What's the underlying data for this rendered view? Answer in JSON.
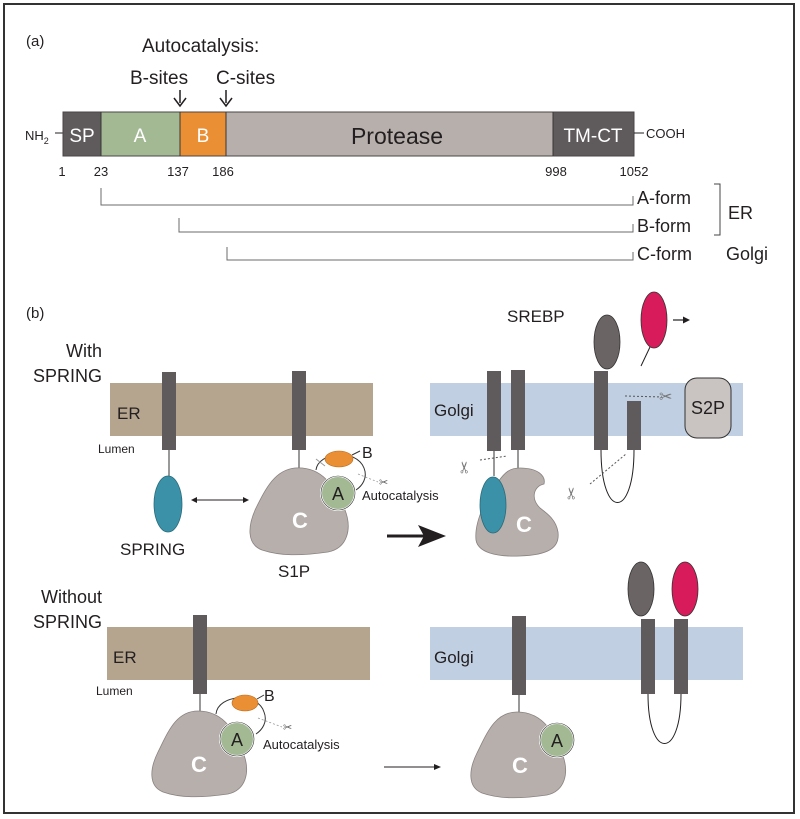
{
  "panel_a": {
    "label": "(a)",
    "autocatalysis_title": "Autocatalysis:",
    "b_sites_label": "B-sites",
    "c_sites_label": "C-sites",
    "n_terminus": "NH",
    "n_terminus_sub": "2",
    "c_terminus": "COOH",
    "domains": [
      {
        "label": "SP",
        "color": "#5f5b5c"
      },
      {
        "label": "A",
        "color": "#a3b994"
      },
      {
        "label": "B",
        "color": "#ea8f33"
      },
      {
        "label": "Protease",
        "color": "#b7afab"
      },
      {
        "label": "TM-CT",
        "color": "#5f5b5c"
      }
    ],
    "positions": [
      "1",
      "23",
      "137",
      "186",
      "998",
      "1052"
    ],
    "forms": [
      {
        "label": "A-form",
        "start": 23
      },
      {
        "label": "B-form",
        "start": 137
      },
      {
        "label": "C-form",
        "start": 186
      }
    ],
    "er_label": "ER",
    "golgi_label": "Golgi"
  },
  "panel_b": {
    "label": "(b)",
    "with_spring_line1": "With",
    "with_spring_line2": "SPRING",
    "without_spring_line1": "Without",
    "without_spring_line2": "SPRING",
    "er_label": "ER",
    "golgi_label": "Golgi",
    "lumen_label": "Lumen",
    "spring_label": "SPRING",
    "s1p_label": "S1P",
    "srebp_label": "SREBP",
    "s2p_label": "S2P",
    "a_label": "A",
    "b_label": "B",
    "c_label": "C",
    "autocatalysis_label": "Autocatalysis",
    "colors": {
      "er_membrane": "#b5a58f",
      "golgi_membrane": "#c0cfe2",
      "tm_segment": "#5f5b5c",
      "s1p_body": "#b7afab",
      "a_domain": "#a3b994",
      "b_domain": "#ea8f33",
      "spring": "#3b92a8",
      "srebp_nterm": "#d81b5a",
      "srebp_head": "#6a6465",
      "s2p": "#c9c4c2"
    }
  }
}
